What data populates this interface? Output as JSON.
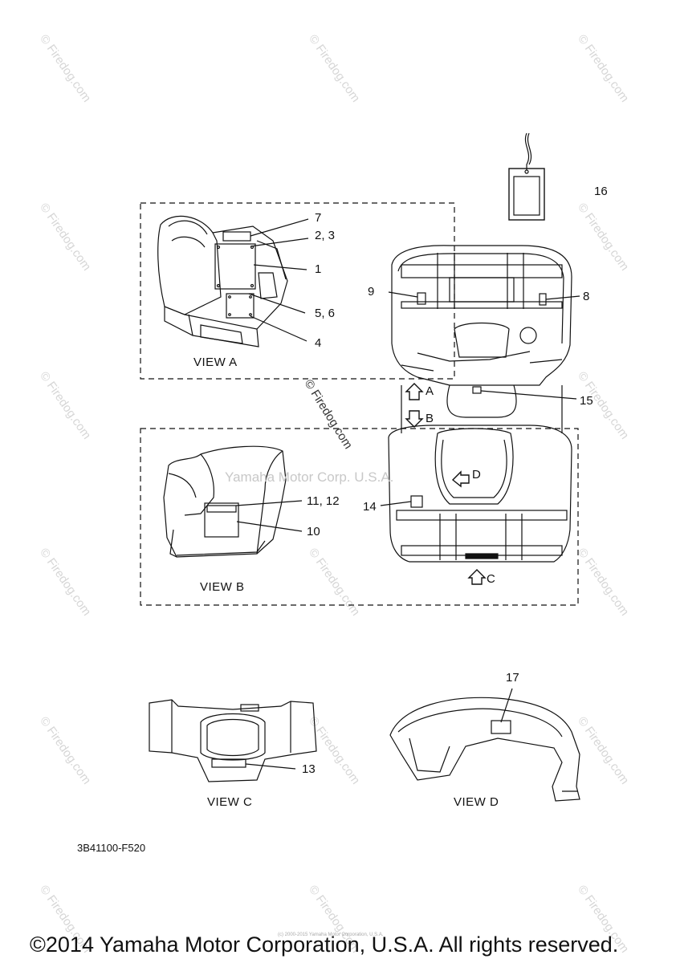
{
  "callouts": {
    "c16": "16",
    "c7": "7",
    "c23": "2, 3",
    "c1": "1",
    "c56": "5, 6",
    "c4": "4",
    "c9": "9",
    "c8": "8",
    "c15": "15",
    "c1112": "11, 12",
    "c10": "10",
    "c14": "14",
    "c17": "17",
    "c13": "13"
  },
  "arrow_labels": {
    "a": "A",
    "b": "B",
    "c": "C",
    "d": "D"
  },
  "views": {
    "a": "VIEW A",
    "b": "VIEW B",
    "c": "VIEW C",
    "d": "VIEW D"
  },
  "part_code": "3B41100-F520",
  "watermarks": {
    "firedog": "© Firedog.com",
    "center": "© Firedog.com",
    "mid": "Yamaha Motor Corp. U.S.A.",
    "tiny": "(c) 2000-2015 Yamaha Motor Corporation, U.S.A."
  },
  "copyright": "©2014 Yamaha Motor Corporation, U.S.A. All rights reserved."
}
